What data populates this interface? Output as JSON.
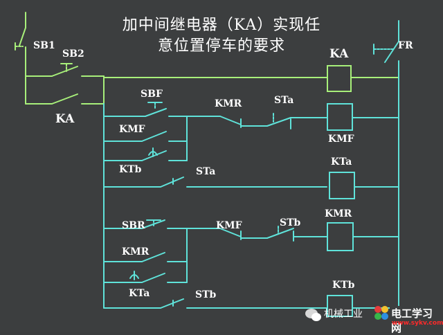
{
  "title": {
    "line1": "加中间继电器（KA）实现任",
    "line2": "意位置停车的要求"
  },
  "labels": {
    "sb1": "SB1",
    "sb2": "SB2",
    "ka_contact": "KA",
    "ka_coil": "KA",
    "fr": "FR",
    "sbf": "SBF",
    "kmf_contact": "KMF",
    "ktb_contact": "KTb",
    "kmr_contact": "KMR",
    "sta_contact1": "STa",
    "sta_contact2": "STa",
    "kmf_coil": "KMF",
    "kta_coil": "KTa",
    "sbr": "SBR",
    "kmr_contact2": "KMR",
    "kta_contact": "KTa",
    "kmf_contact2": "KMF",
    "stb_contact1": "STb",
    "stb_contact2": "STb",
    "kmr_coil": "KMR",
    "ktb_coil": "KTb"
  },
  "watermark": {
    "text": "机械工业",
    "brand": "电工学习网",
    "url": "www.sykv.com"
  },
  "colors": {
    "background": "#3c3e3f",
    "wire": "#5fe3da",
    "ka_branch": "#a8f07a",
    "text": "#ffffff"
  }
}
